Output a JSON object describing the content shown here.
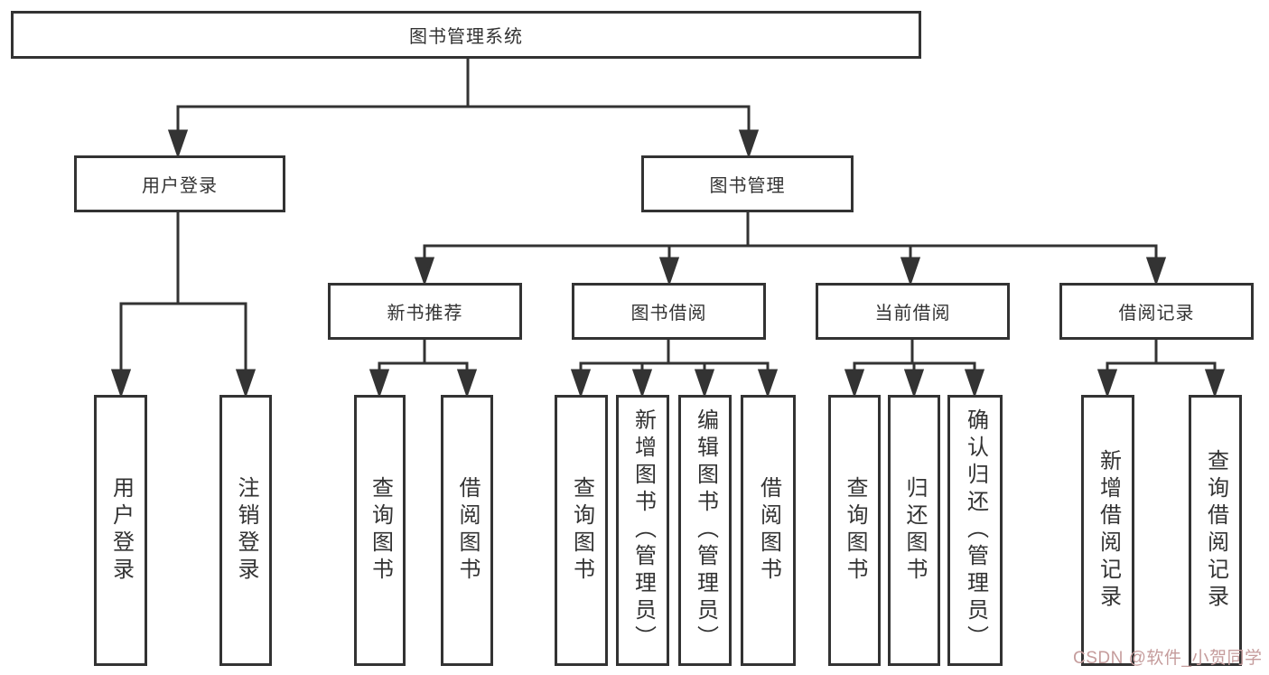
{
  "diagram": {
    "title": "图书管理系统",
    "type": "hierarchy-tree",
    "tree": {
      "label": "图书管理系统",
      "children": [
        {
          "label": "用户登录",
          "children": [
            {
              "label": "用户登录"
            },
            {
              "label": "注销登录"
            }
          ]
        },
        {
          "label": "图书管理",
          "children": [
            {
              "label": "新书推荐",
              "children": [
                {
                  "label": "查询图书"
                },
                {
                  "label": "借阅图书"
                }
              ]
            },
            {
              "label": "图书借阅",
              "children": [
                {
                  "label": "查询图书"
                },
                {
                  "label": "新增图书（管理员）"
                },
                {
                  "label": "编辑图书（管理员）"
                },
                {
                  "label": "借阅图书"
                }
              ]
            },
            {
              "label": "当前借阅",
              "children": [
                {
                  "label": "查询图书"
                },
                {
                  "label": "归还图书"
                },
                {
                  "label": "确认归还（管理员）"
                }
              ]
            },
            {
              "label": "借阅记录",
              "children": [
                {
                  "label": "新增借阅记录"
                },
                {
                  "label": "查询借阅记录"
                }
              ]
            }
          ]
        }
      ]
    },
    "colors": {
      "line": "#333333",
      "box_border": "#333333",
      "text": "#333333",
      "background": "#ffffff",
      "watermark": "#c59c9c"
    }
  },
  "watermark": {
    "text": "CSDN @软件_小贺同学"
  }
}
